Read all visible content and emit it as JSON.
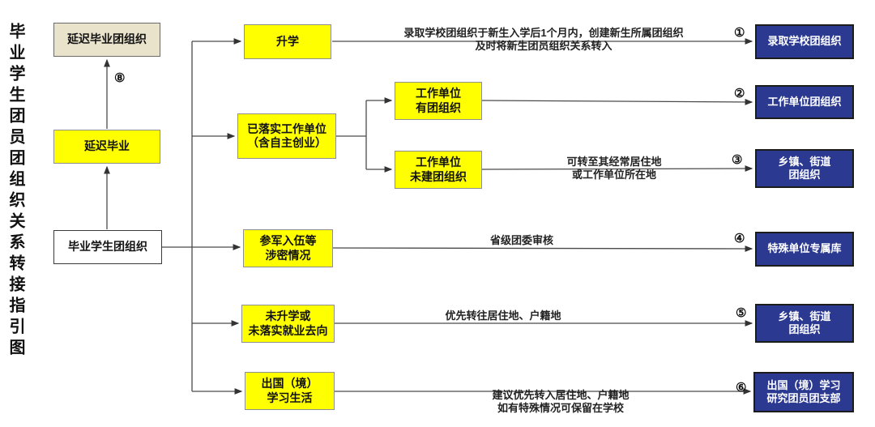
{
  "title": "毕业学生团员团组织关系转接指引图",
  "colors": {
    "yellow": "#FFFF00",
    "blue": "#2B3990",
    "beige": "#EAE3CC",
    "line": "#4a4a4a"
  },
  "source_flow": {
    "delayed_grad_org": "延迟毕业团组织",
    "delayed_grad": "延迟毕业",
    "grad_student_org": "毕业学生团组织"
  },
  "branches": {
    "further_study": "升学",
    "employed": "已落实工作单位\n（含自主创业）",
    "work_with_league": "工作单位\n有团组织",
    "work_without_league": "工作单位\n未建团组织",
    "military": "参军入伍等\n涉密情况",
    "no_study_no_job": "未升学或\n未落实就业去向",
    "abroad": "出国（境）\n学习生活"
  },
  "annotations": {
    "admission": "录取学校团组织于新生入学后1个月内，创建新生所属团组织\n及时将新生团员组织关系转入",
    "residence_or_workplace": "可转至其经常居住地\n或工作单位所在地",
    "provincial_review": "省级团委审核",
    "priority_residence": "优先转往居住地、户籍地",
    "abroad_advice": "建议优先转入居住地、户籍地\n如有特殊情况可保留在学校"
  },
  "numbers": {
    "n1": "①",
    "n2": "②",
    "n3": "③",
    "n4": "④",
    "n5": "⑤",
    "n6": "⑥",
    "n8": "⑧"
  },
  "targets": {
    "admitting_school": "录取学校团组织",
    "work_unit": "工作单位团组织",
    "township_street_1": "乡镇、街道\n团组织",
    "special_unit": "特殊单位专属库",
    "township_street_2": "乡镇、街道\n团组织",
    "abroad_branch": "出国（境）学习\n研究团员团支部"
  }
}
